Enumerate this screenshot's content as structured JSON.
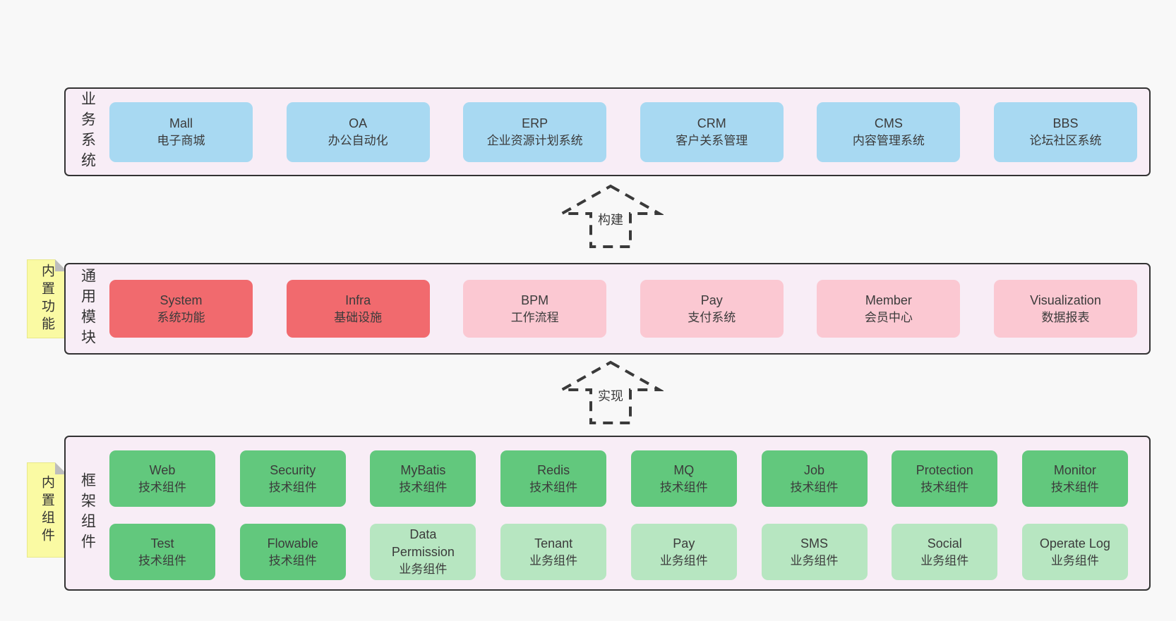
{
  "colors": {
    "page_bg": "#f8f8f8",
    "panel_bg": "#f8edf6",
    "panel_border": "#333333",
    "text": "#3b3b3b",
    "blue": "#a8d9f2",
    "red": "#f16a6e",
    "pink": "#fbc8d2",
    "green_dark": "#62c87d",
    "green_light": "#b7e6c1",
    "sticky_bg": "#fafaa3",
    "sticky_border": "#e8e88a",
    "fold_gray": "#bdbdbd",
    "arrow_line": "#3a3a3a"
  },
  "bands": [
    {
      "id": "business-systems",
      "rail": "业务系统",
      "sticky": null,
      "rows": [
        [
          {
            "name": "Mall",
            "desc": "电子商城",
            "variant": "blue"
          },
          {
            "name": "OA",
            "desc": "办公自动化",
            "variant": "blue"
          },
          {
            "name": "ERP",
            "desc": "企业资源计划系统",
            "variant": "blue"
          },
          {
            "name": "CRM",
            "desc": "客户关系管理",
            "variant": "blue"
          },
          {
            "name": "CMS",
            "desc": "内容管理系统",
            "variant": "blue"
          },
          {
            "name": "BBS",
            "desc": "论坛社区系统",
            "variant": "blue"
          }
        ]
      ]
    },
    {
      "id": "common-modules",
      "rail": "通用模块",
      "sticky": "内置功能",
      "rows": [
        [
          {
            "name": "System",
            "desc": "系统功能",
            "variant": "red"
          },
          {
            "name": "Infra",
            "desc": "基础设施",
            "variant": "red"
          },
          {
            "name": "BPM",
            "desc": "工作流程",
            "variant": "pink"
          },
          {
            "name": "Pay",
            "desc": "支付系统",
            "variant": "pink"
          },
          {
            "name": "Member",
            "desc": "会员中心",
            "variant": "pink"
          },
          {
            "name": "Visualization",
            "desc": "数据报表",
            "variant": "pink"
          }
        ]
      ]
    },
    {
      "id": "framework-components",
      "rail": "框架组件",
      "sticky": "内置组件",
      "rows": [
        [
          {
            "name": "Web",
            "desc": "技术组件",
            "variant": "green-dark"
          },
          {
            "name": "Security",
            "desc": "技术组件",
            "variant": "green-dark"
          },
          {
            "name": "MyBatis",
            "desc": "技术组件",
            "variant": "green-dark"
          },
          {
            "name": "Redis",
            "desc": "技术组件",
            "variant": "green-dark"
          },
          {
            "name": "MQ",
            "desc": "技术组件",
            "variant": "green-dark"
          },
          {
            "name": "Job",
            "desc": "技术组件",
            "variant": "green-dark"
          },
          {
            "name": "Protection",
            "desc": "技术组件",
            "variant": "green-dark"
          },
          {
            "name": "Monitor",
            "desc": "技术组件",
            "variant": "green-dark"
          }
        ],
        [
          {
            "name": "Test",
            "desc": "技术组件",
            "variant": "green-dark"
          },
          {
            "name": "Flowable",
            "desc": "技术组件",
            "variant": "green-dark"
          },
          {
            "name": "Data Permission",
            "desc": "业务组件",
            "variant": "green-light"
          },
          {
            "name": "Tenant",
            "desc": "业务组件",
            "variant": "green-light"
          },
          {
            "name": "Pay",
            "desc": "业务组件",
            "variant": "green-light"
          },
          {
            "name": "SMS",
            "desc": "业务组件",
            "variant": "green-light"
          },
          {
            "name": "Social",
            "desc": "业务组件",
            "variant": "green-light"
          },
          {
            "name": "Operate Log",
            "desc": "业务组件",
            "variant": "green-light"
          }
        ]
      ]
    }
  ],
  "arrows": [
    {
      "label": "构建"
    },
    {
      "label": "实现"
    }
  ]
}
